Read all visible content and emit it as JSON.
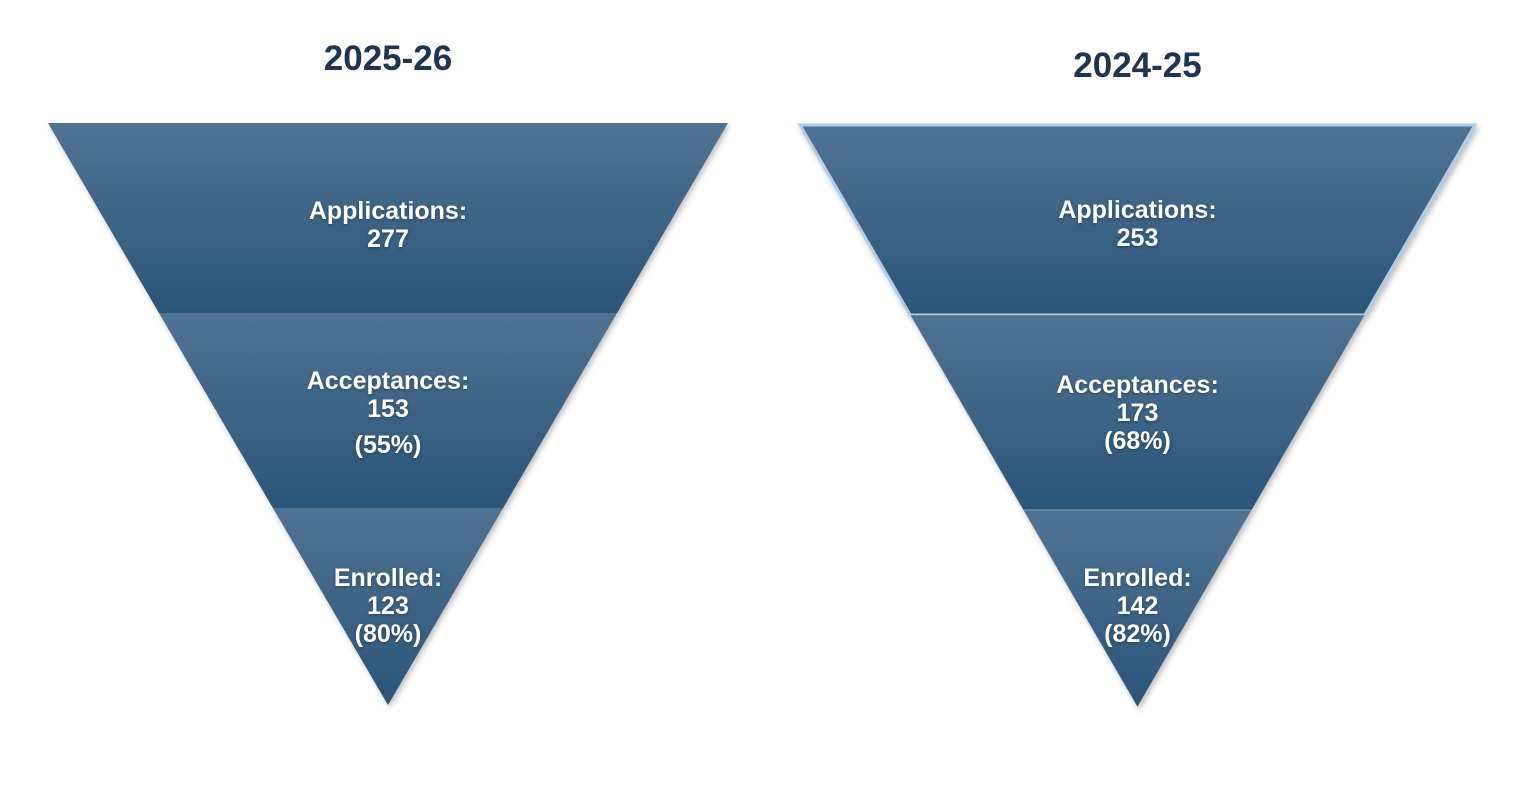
{
  "background": "#ffffff",
  "colors": {
    "title_text": "#1f3450",
    "stage_text": "#ffffff",
    "segment_gradient_top": "#4f7392",
    "segment_gradient_bottom": "#2a5579",
    "top_segment_outline": "#aecde6"
  },
  "chart_data": [
    {
      "type": "funnel",
      "title": "2025-26",
      "legend_position": "none",
      "stages": [
        {
          "label": "Applications:",
          "value": 277,
          "pct": null
        },
        {
          "label": "Acceptances:",
          "value": 153,
          "pct": "(55%)"
        },
        {
          "label": "Enrolled:",
          "value": 123,
          "pct": "(80%)"
        }
      ]
    },
    {
      "type": "funnel",
      "title": "2024-25",
      "legend_position": "none",
      "stages": [
        {
          "label": "Applications:",
          "value": 253,
          "pct": null
        },
        {
          "label": "Acceptances:",
          "value": 173,
          "pct": "(68%)"
        },
        {
          "label": "Enrolled:",
          "value": 142,
          "pct": "(82%)"
        }
      ]
    }
  ]
}
